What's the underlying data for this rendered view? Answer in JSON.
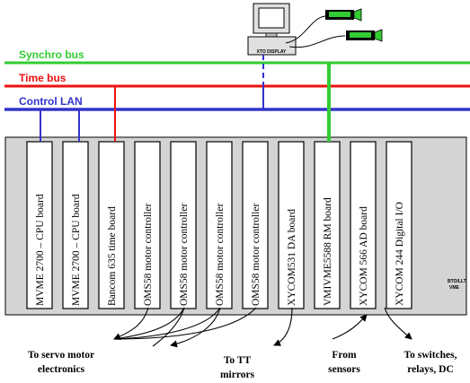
{
  "buses": [
    {
      "id": "synchro",
      "label": "Synchro bus",
      "color": "#33cc33"
    },
    {
      "id": "time",
      "label": "Time bus",
      "color": "#ee1111"
    },
    {
      "id": "control",
      "label": "Control LAN",
      "color": "#3333cc"
    }
  ],
  "workstation_label": "XTO DISPLAY",
  "crate_label_line1": "BTO/LLT",
  "crate_label_line2": "VME",
  "boards": [
    "MVME 2700 – CPU board",
    "MVME 2700 – CPU board",
    "Bancom 635 time board",
    "OMS58 motor controller",
    "OMS58 motor controller",
    "OMS58 motor controller",
    "OMS58 motor controller",
    "XYCOM531  DA board",
    "VMIVME5588  RM board",
    "XYCOM 566 AD board",
    "XYCOM 244 Digital I/O"
  ],
  "destinations": {
    "servo": [
      "To servo motor",
      "electronics"
    ],
    "tt": [
      "To TT",
      "mirrors"
    ],
    "sensors": [
      "From",
      "sensors"
    ],
    "switches": [
      "To switches,",
      "relays, DC"
    ]
  },
  "colors": {
    "crate": "#d4d4d4",
    "board": "#ffffff",
    "camera": "#000000",
    "camera_lens": "#33cc33"
  }
}
